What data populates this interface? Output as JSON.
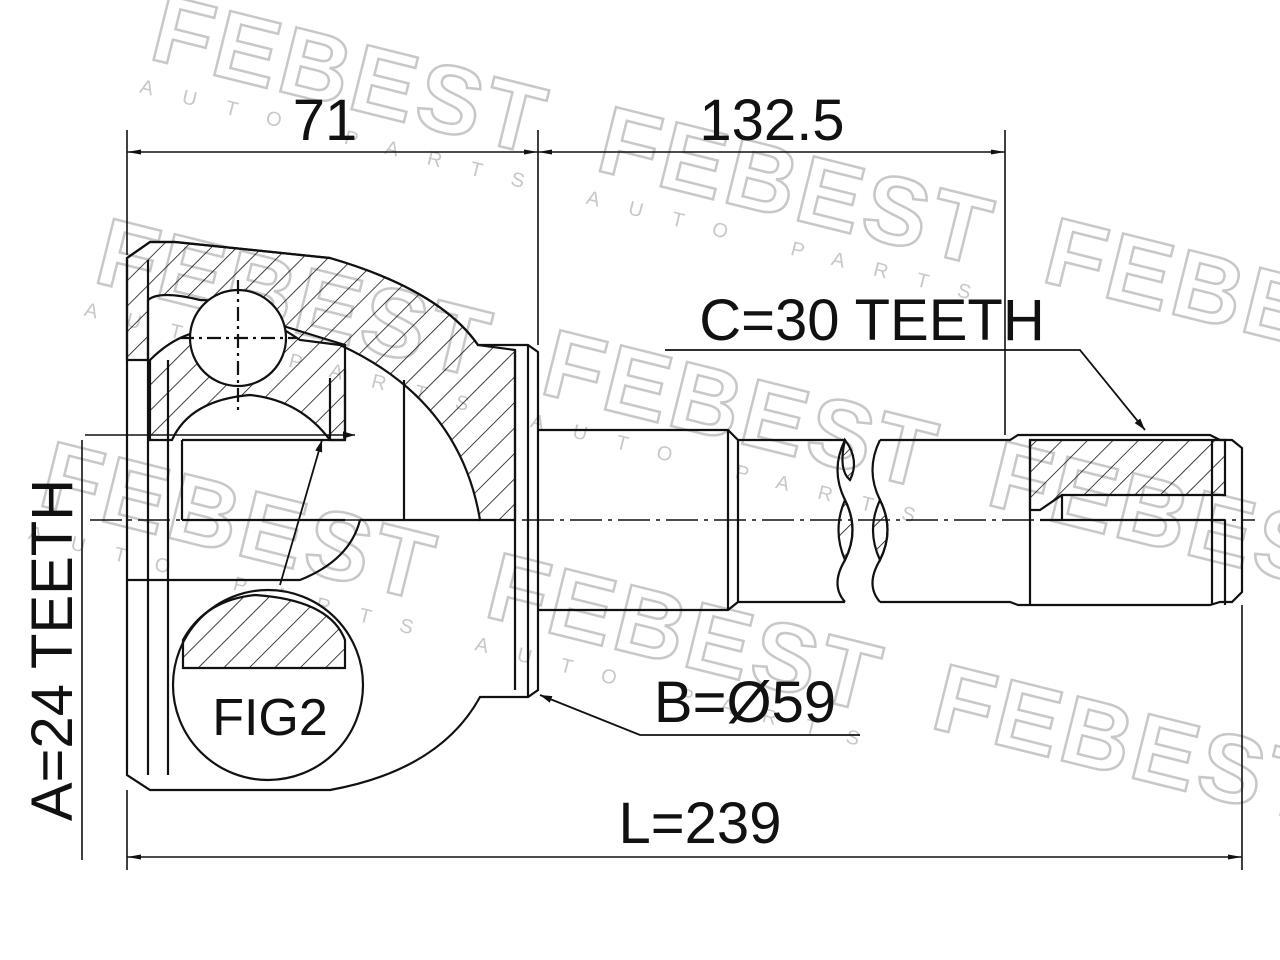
{
  "watermark": {
    "brand": "FEBEST",
    "tagline": "AUTO PARTS"
  },
  "dimensions": {
    "head_length": "71",
    "shaft_length": "132.5",
    "total_length": "L=239"
  },
  "labels": {
    "outer_splines": "C=30 TEETH",
    "inner_splines": "A=24 TEETH",
    "abs_ring": "B=Ø59",
    "section": "FIG2"
  },
  "colors": {
    "line": "#111111",
    "watermark": "#c8c8c8"
  }
}
